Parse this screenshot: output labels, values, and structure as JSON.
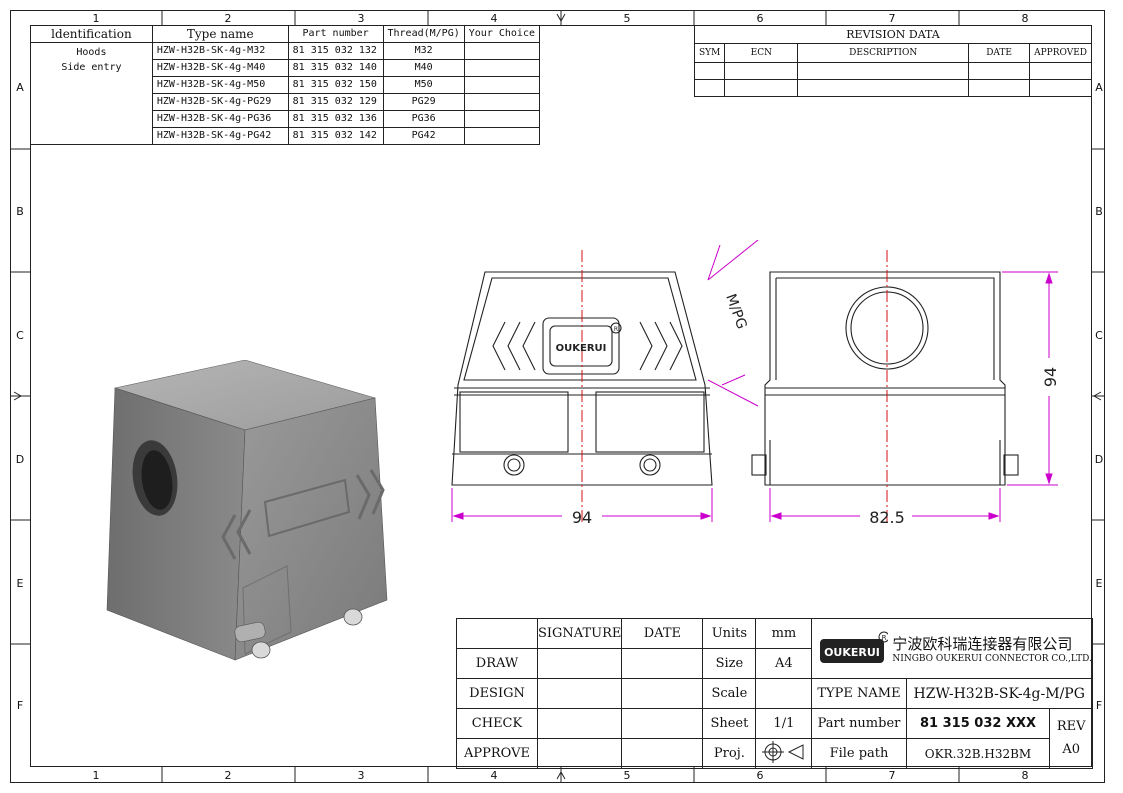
{
  "zones": {
    "columns": [
      "1",
      "2",
      "3",
      "4",
      "5",
      "6",
      "7",
      "8"
    ],
    "rows": [
      "A",
      "B",
      "C",
      "D",
      "E",
      "F"
    ]
  },
  "identification_table": {
    "headers": [
      "ldentification",
      "Type name",
      "Part number",
      "Thread(M/PG)",
      "Your Choice"
    ],
    "identification_line1": "Hoods",
    "identification_line2": "Side entry",
    "rows": [
      {
        "type": "HZW-H32B-SK-4g-M32",
        "part": "81 315 032 132",
        "thread": "M32"
      },
      {
        "type": "HZW-H32B-SK-4g-M40",
        "part": "81 315 032 140",
        "thread": "M40"
      },
      {
        "type": "HZW-H32B-SK-4g-M50",
        "part": "81 315 032 150",
        "thread": "M50"
      },
      {
        "type": "HZW-H32B-SK-4g-PG29",
        "part": "81 315 032 129",
        "thread": "PG29"
      },
      {
        "type": "HZW-H32B-SK-4g-PG36",
        "part": "81 315 032 136",
        "thread": "PG36"
      },
      {
        "type": "HZW-H32B-SK-4g-PG42",
        "part": "81 315 032 142",
        "thread": "PG42"
      }
    ]
  },
  "revision_table": {
    "title": "REVISION   DATA",
    "headers": [
      "SYM",
      "ECN",
      "DESCRIPTION",
      "DATE",
      "APPROVED"
    ]
  },
  "drawing": {
    "dim_front_width": "94",
    "dim_side_width": "82.5",
    "dim_height": "94",
    "thread_label": "M/PG",
    "logo_text": "OUKERUI",
    "registered_mark": "R"
  },
  "title_block": {
    "signature": "SIGNATURE",
    "date": "DATE",
    "draw": "DRAW",
    "design": "DESIGN",
    "check": "CHECK",
    "approve": "APPROVE",
    "units_label": "Units",
    "units_value": "mm",
    "size_label": "Size",
    "size_value": "A4",
    "scale_label": "Scale",
    "sheet_label": "Sheet",
    "sheet_value": "1/1",
    "proj_label": "Proj.",
    "company_cn": "宁波欧科瑞连接器有限公司",
    "company_en": "NINGBO OUKERUI CONNECTOR CO.,LTD.",
    "type_name_label": "TYPE NAME",
    "type_name_value": "HZW-H32B-SK-4g-M/PG",
    "part_number_label": "Part number",
    "part_number_value": "81 315 032 XXX",
    "rev_label": "REV",
    "file_path_label": "File path",
    "file_path_value": "OKR.32B.H32BM",
    "rev_value": "A0"
  },
  "colors": {
    "dimension": "#cc00cc",
    "centerline": "#d01010",
    "line": "#222222",
    "housing": "#8c8c8c"
  }
}
